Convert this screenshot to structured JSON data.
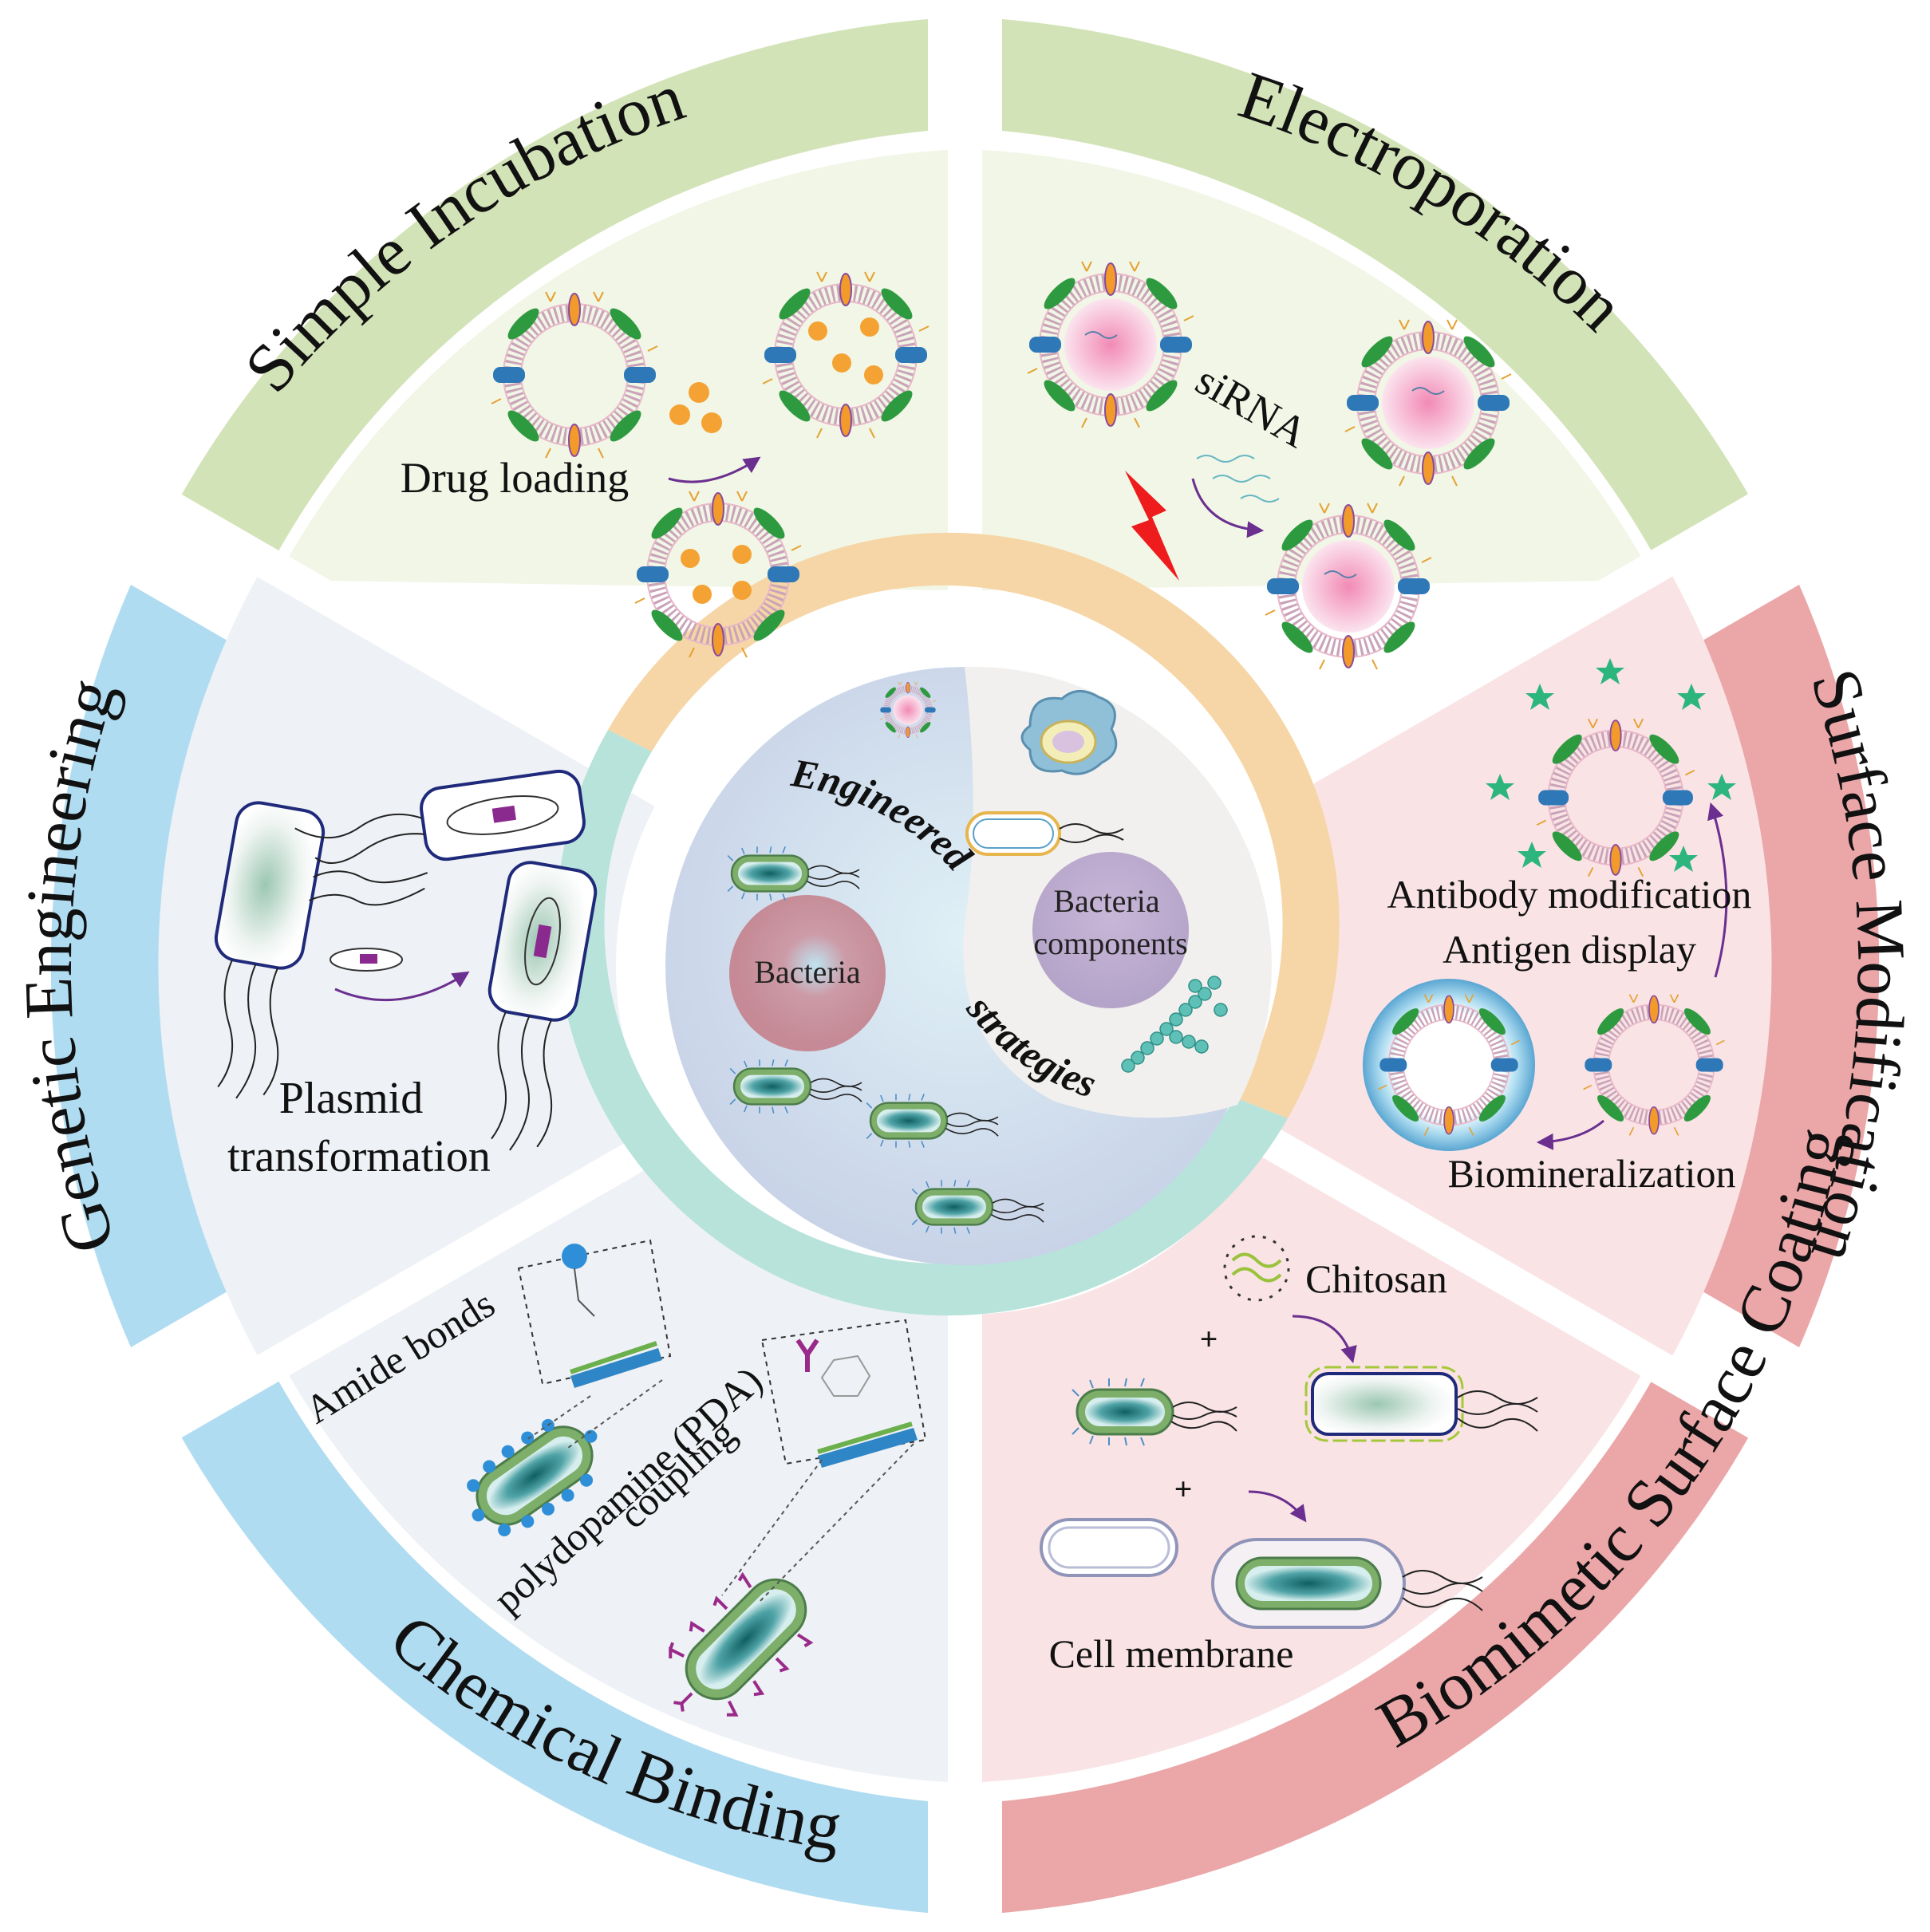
{
  "center": {
    "word_top": "Engineered",
    "word_bottom": "strategies",
    "bacteria_label": "Bacteria",
    "components_label": "Bacteria components"
  },
  "sectors": {
    "simple_incubation": {
      "title": "Simple Incubation",
      "caption": "Drug loading"
    },
    "electroporation": {
      "title": "Electroporation",
      "caption": "siRNA"
    },
    "surface_modification": {
      "title": "Surface Modification",
      "caption_antibody": "Antibody modification",
      "caption_antigen": "Antigen display",
      "caption_biomin": "Biomineralization"
    },
    "biomimetic_coating": {
      "title": "Biomimetic Surface Coating",
      "caption_chitosan": "Chitosan",
      "caption_membrane": "Cell membrane",
      "plus_sign": "+"
    },
    "chemical_binding": {
      "title": "Chemical Binding",
      "caption_amide": "Amide bonds",
      "caption_pda_line1": "polydopamine (PDA)",
      "caption_pda_line2": "coupling"
    },
    "genetic_engineering": {
      "title": "Genetic Engineering",
      "caption_line1": "Plasmid",
      "caption_line2": "transformation"
    }
  },
  "colors": {
    "green_band": "#d3e3b8",
    "green_fill": "#f1f6e6",
    "pink_band": "#eba6a8",
    "pink_fill": "#f9e3e5",
    "blue_band": "#b0dcf1",
    "grey_fill": "#eef1f5",
    "orange_ring": "#f6d6a6",
    "teal_ring": "#b7e3db",
    "arrow": "#6a2f8f",
    "bolt": "#ee1c1c"
  }
}
